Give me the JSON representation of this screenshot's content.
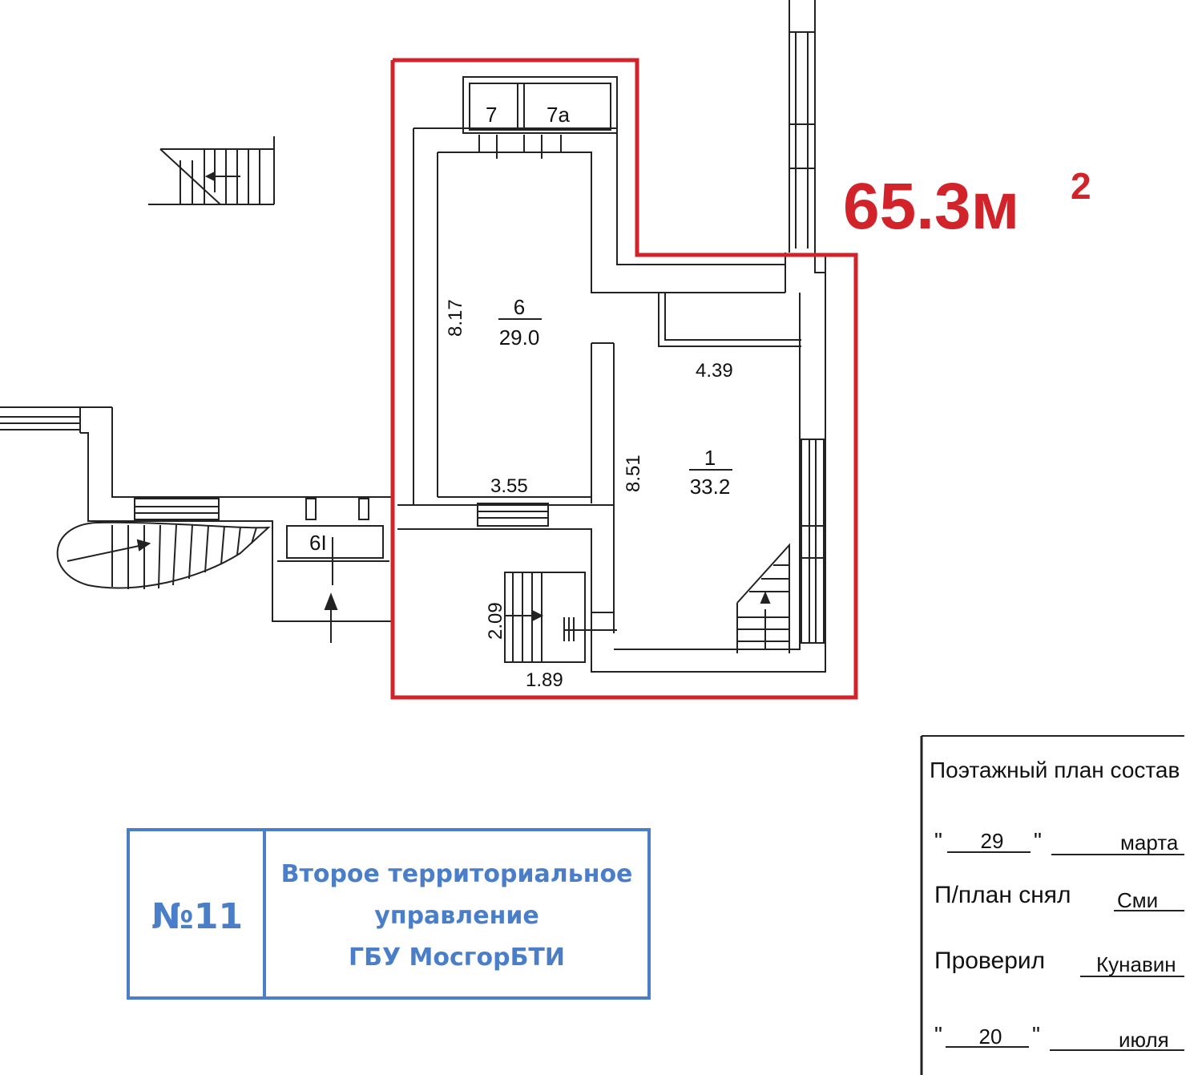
{
  "plan": {
    "total_area_value": "65.3м",
    "total_area_sup": "2",
    "rooms": [
      {
        "number": "6",
        "area": "29.0"
      },
      {
        "number": "1",
        "area": "33.2"
      },
      {
        "number": "7"
      },
      {
        "number": "7а"
      },
      {
        "number": "6I"
      }
    ],
    "dimensions": {
      "d_817": "8.17",
      "d_439": "4.39",
      "d_355": "3.55",
      "d_851": "8.51",
      "d_209": "2.09",
      "d_189": "1.89"
    }
  },
  "stamp": {
    "number": "№11",
    "line1": "Второе территориальное",
    "line2": "управление",
    "line3": "ГБУ МосгорБТИ"
  },
  "title_block": {
    "heading": "Поэтажный план состав",
    "date1_day": "29",
    "date1_month": "марта",
    "surveyed_label": "П/план снял",
    "surveyed_name": "Сми",
    "checked_label": "Проверил",
    "checked_name": "Кунавин",
    "date2_day": "20",
    "date2_month": "июля"
  }
}
